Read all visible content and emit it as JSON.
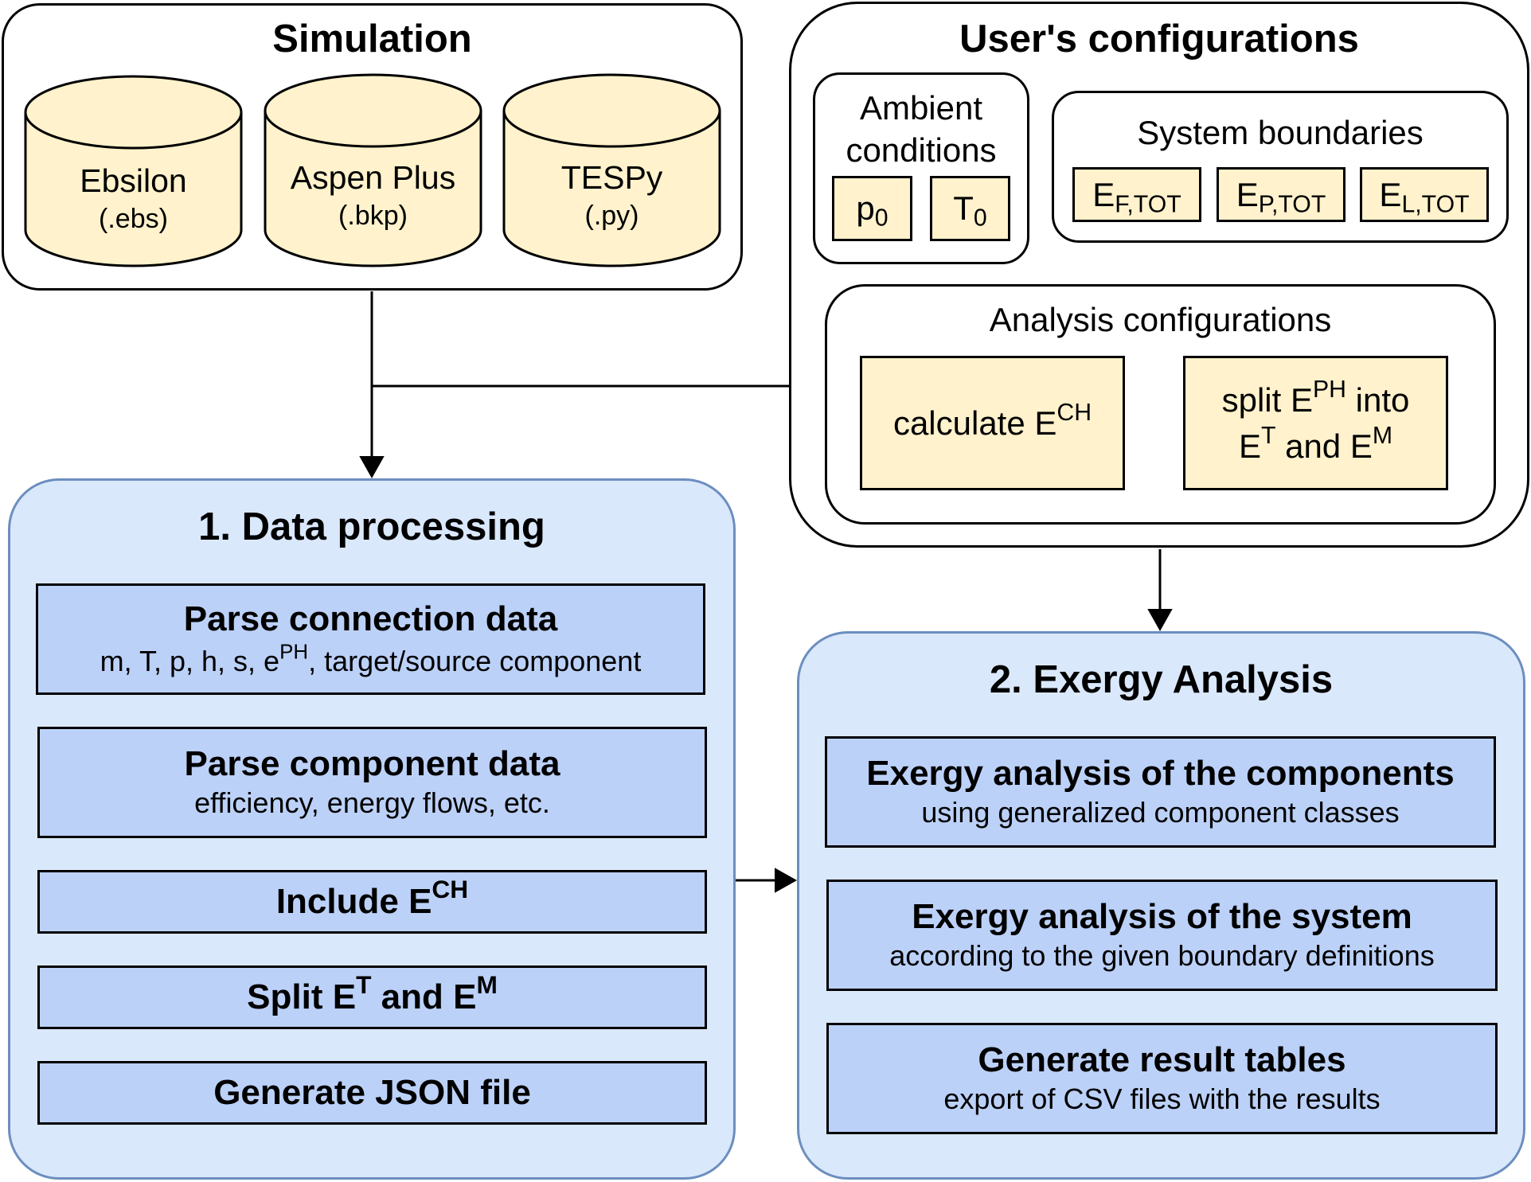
{
  "simulation": {
    "title": "Simulation",
    "tools": [
      {
        "name": "Ebsilon",
        "ext": "(.ebs)"
      },
      {
        "name": "Aspen Plus",
        "ext": "(.bkp)"
      },
      {
        "name": "TESPy",
        "ext": "(.py)"
      }
    ]
  },
  "user_config": {
    "title": "User's configurations",
    "ambient": {
      "title_line1": "Ambient",
      "title_line2": "conditions",
      "p_base": "p",
      "p_sub": "0",
      "t_base": "T",
      "t_sub": "0"
    },
    "boundaries": {
      "title": "System boundaries",
      "items": [
        {
          "base": "E",
          "sub": "F,TOT"
        },
        {
          "base": "E",
          "sub": "P,TOT"
        },
        {
          "base": "E",
          "sub": "L,TOT"
        }
      ]
    },
    "analysis": {
      "title": "Analysis configurations",
      "calc_text": "calculate E",
      "calc_sup": "CH",
      "split_a": "split E",
      "split_a_sup": "PH",
      "split_b": " into",
      "split_c": "E",
      "split_c_sup": "T",
      "split_d": " and E",
      "split_d_sup": "M"
    }
  },
  "data_processing": {
    "title": "1. Data processing",
    "connection": {
      "title": "Parse connection data",
      "sub_pre": "m, T, p, h, s, e",
      "sub_sup": "PH",
      "sub_post": ", target/source component"
    },
    "component": {
      "title": "Parse component data",
      "sub": "efficiency, energy flows, etc."
    },
    "include": {
      "text": "Include E",
      "sup": "CH"
    },
    "split": {
      "a": "Split E",
      "a_sup": "T",
      "b": " and E",
      "b_sup": "M"
    },
    "json": {
      "text": "Generate JSON file"
    }
  },
  "exergy": {
    "title": "2. Exergy Analysis",
    "steps": [
      {
        "title": "Exergy analysis of the components",
        "sub": "using generalized component classes"
      },
      {
        "title": "Exergy analysis of the system",
        "sub": "according to the given boundary definitions"
      },
      {
        "title": "Generate result tables",
        "sub": "export of CSV files with the results"
      }
    ]
  }
}
